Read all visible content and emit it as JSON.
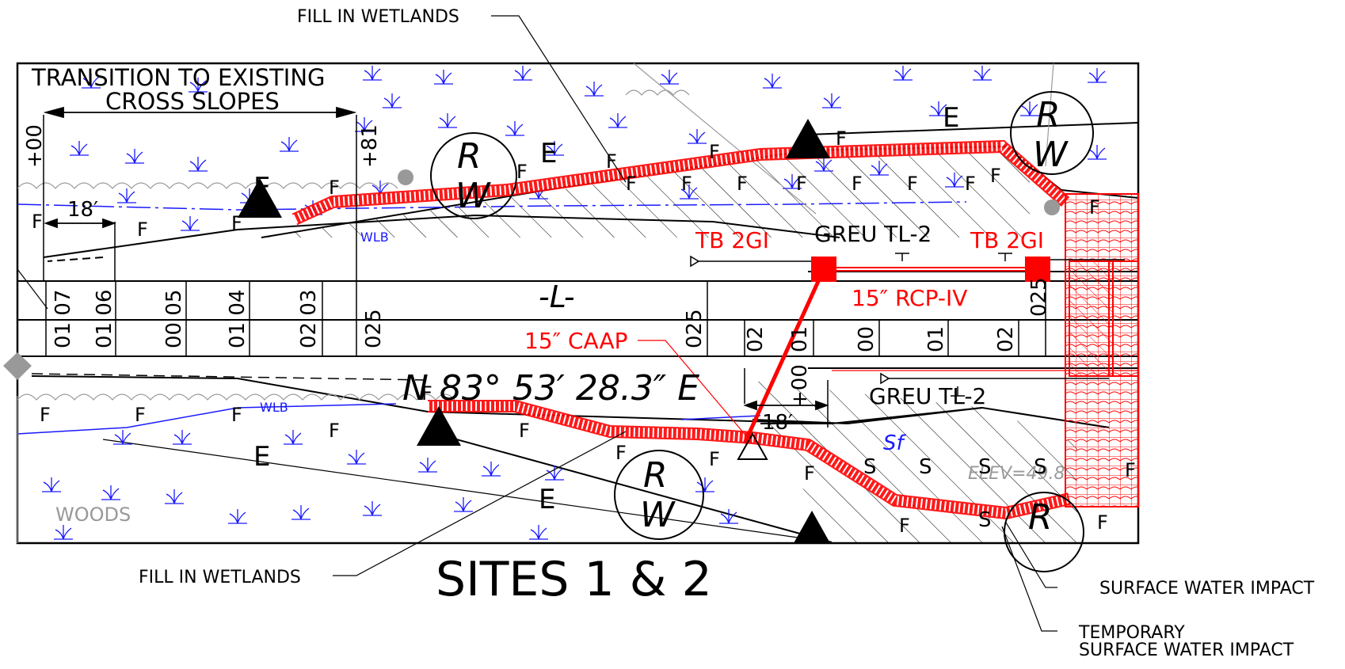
{
  "title": "SITES 1 & 2",
  "callouts": {
    "fill_top": "FILL IN  WETLANDS",
    "fill_bottom": "FILL IN  WETLANDS",
    "surface_water": "SURFACE WATER IMPACT",
    "temp_line1": "TEMPORARY",
    "temp_line2": "SURFACE WATER IMPACT",
    "transition_line1": "TRANSITION  TO  EXISTING",
    "transition_line2": "CROSS  SLOPES"
  },
  "labels": {
    "tb_left": "TB 2GI",
    "tb_right": "TB 2GI",
    "greu_top": "GREU  TL-2",
    "greu_bottom": "GREU  TL-2",
    "rcp": "15″ RCP-IV",
    "caap": "15″ CAAP",
    "centerline": "-L-",
    "bearing": "N 83° 53′ 28.3″ E",
    "dim_18_left": "18′",
    "dim_18_right": "18′",
    "woods": "WOODS",
    "wlb": "WLB",
    "sf": "Sf",
    "elev": "ELEV=49.8",
    "plus00_top": "+00",
    "plus81": "+81",
    "plus00_bottom": "+00"
  },
  "station_ticks_upper": [
    "01 07",
    "01 06",
    "00 05",
    "01 04",
    "02 03",
    "025"
  ],
  "station_ticks_lower": [
    "025",
    "02",
    "01",
    "00",
    "01",
    "02",
    "025"
  ],
  "rw_symbol": [
    "R",
    "W"
  ],
  "letters": {
    "fill": "F",
    "edge": "E",
    "stream": "S"
  },
  "colors": {
    "red": "#ff0000",
    "blue": "#1a1aff",
    "black": "#000000",
    "gray": "#999999"
  }
}
